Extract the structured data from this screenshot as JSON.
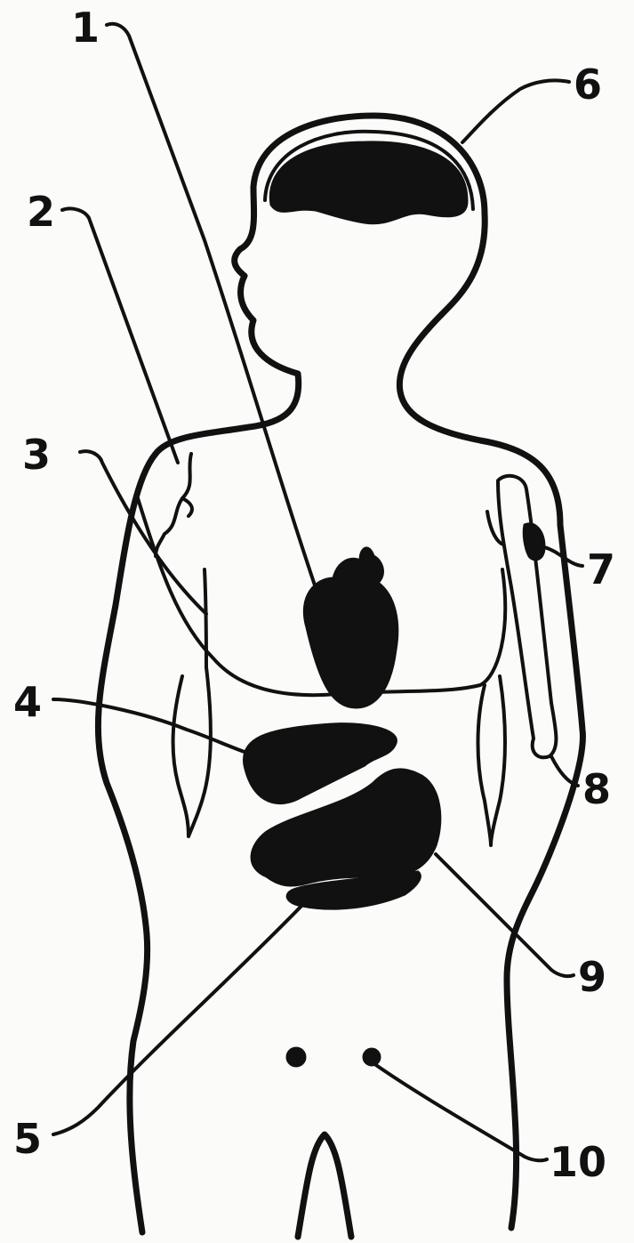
{
  "labels": {
    "l1": "1",
    "l2": "2",
    "l3": "3",
    "l4": "4",
    "l5": "5",
    "l6": "6",
    "l7": "7",
    "l8": "8",
    "l9": "9",
    "l10": "10"
  },
  "colors": {
    "ink": "#111111",
    "paper": "#fbfbfa"
  }
}
